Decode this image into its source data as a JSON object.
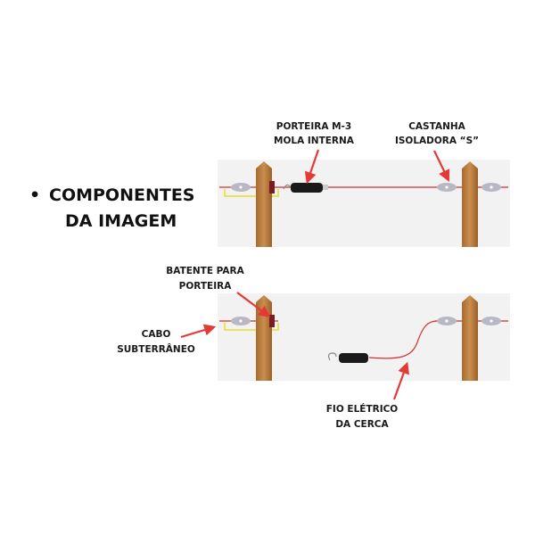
{
  "heading": {
    "bullet": "•",
    "line1": "COMPONENTES",
    "line2": "DA IMAGEM"
  },
  "labels": {
    "porteira": [
      "PORTEIRA M-3",
      "MOLA INTERNA"
    ],
    "castanha": [
      "CASTANHA",
      "ISOLADORA “S”"
    ],
    "batente": [
      "BATENTE PARA",
      "PORTEIRA"
    ],
    "cabo": [
      "CABO",
      "SUBTERRÂNEO"
    ],
    "fio": [
      "FIO ELÉTRICO",
      "DA CERCA"
    ]
  },
  "colors": {
    "arrow": "#e53935",
    "wire": "#d32f2f",
    "post": "#b5793a",
    "panel": "#f2f2f2",
    "cable": "#e8e04a"
  }
}
